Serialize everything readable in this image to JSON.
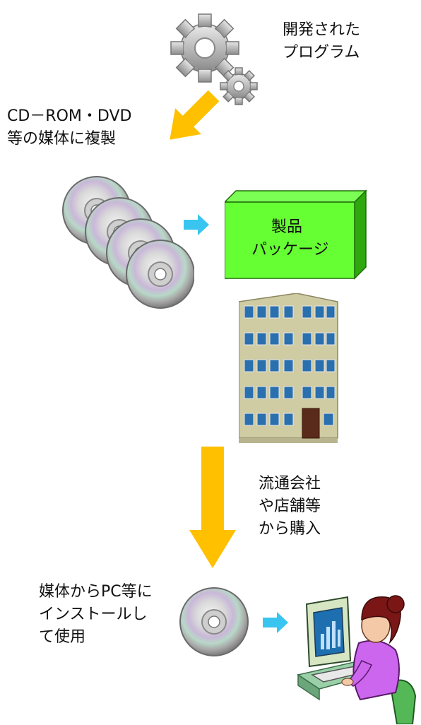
{
  "labels": {
    "program_line1": "開発された",
    "program_line2": "プログラム",
    "copy_line1": "CD－ROM・DVD",
    "copy_line2": "等の媒体に複製",
    "package_line1": "製品",
    "package_line2": "パッケージ",
    "buy_line1": "流通会社",
    "buy_line2": "や店舗等",
    "buy_line3": "から購入",
    "install_line1": "媒体からPC等に",
    "install_line2": "インストールし",
    "install_line3": "て使用"
  },
  "icons": {
    "gears": "gears-icon",
    "arrow_diagonal": "orange-diagonal-arrow-icon",
    "discs": "disc-stack-icon",
    "arrow_small": "cyan-arrow-icon",
    "package": "product-package-box",
    "building": "office-building-icon",
    "arrow_down": "orange-down-arrow-icon",
    "disc": "disc-icon",
    "user": "person-at-computer-icon"
  },
  "colors": {
    "orange": "#FFC000",
    "cyan": "#39C5F0",
    "package_green": "#66FF33",
    "package_dark": "#2EA80E"
  }
}
